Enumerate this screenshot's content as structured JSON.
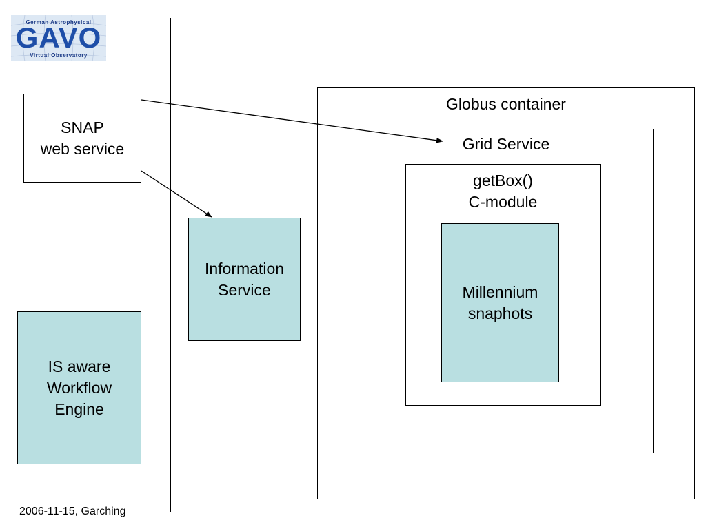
{
  "logo": {
    "top_text": "German Astrophysical",
    "main_text": "GAVO",
    "bottom_text": "Virtual Observatory"
  },
  "nodes": {
    "snap": {
      "line1": "SNAP",
      "line2": "web service"
    },
    "information_service": {
      "line1": "Information",
      "line2": "Service"
    },
    "workflow_engine": {
      "line1": "IS aware",
      "line2": "Workflow",
      "line3": "Engine"
    },
    "globus_container": {
      "label": "Globus container"
    },
    "grid_service": {
      "label": "Grid Service"
    },
    "getbox_module": {
      "line1": "getBox()",
      "line2": "C-module"
    },
    "millennium": {
      "line1": "Millennium",
      "line2": "snaphots"
    }
  },
  "footer": {
    "text": "2006-11-15, Garching"
  },
  "colors": {
    "teal_fill": "#b9dfe1",
    "logo_blue": "#1e4ea8"
  }
}
